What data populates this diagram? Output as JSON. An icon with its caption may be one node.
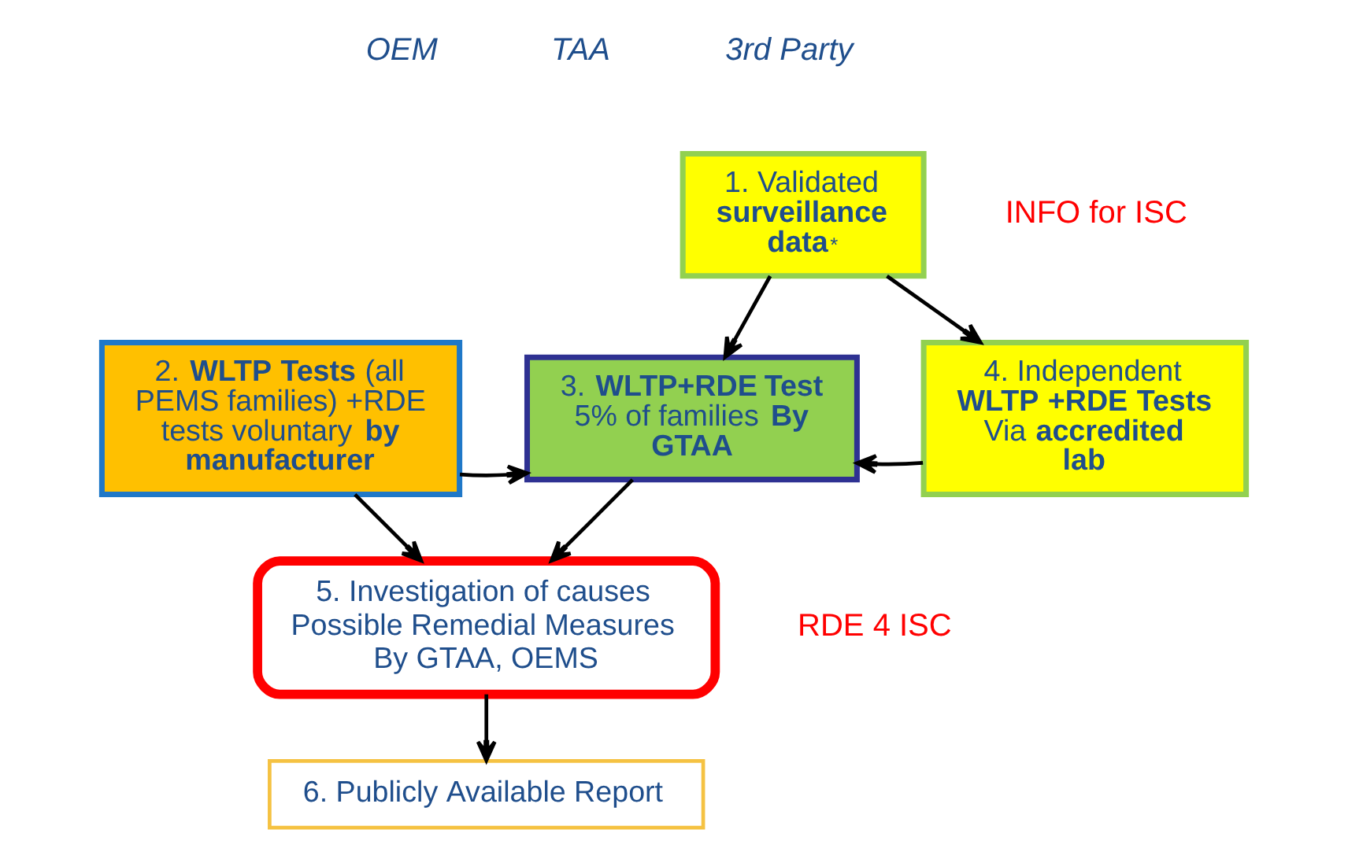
{
  "diagram": {
    "nodes": [
      {
        "text": [
          "1. Validated **surveillance data**$^{*}$"
        ]
      },
      {
        "text": [
          "2. **WLTP Tests** (all PEMS families) +RDE tests voluntary **by manufacturer**"
        ]
      },
      {
        "text": [
          "3. **WLTP+RDE Test** 5% of families **By GTAA**"
        ]
      },
      {
        "text": [
          "4. Independent **WLTP +RDE Tests** Via **accredited lab**"
        ]
      },
      {
        "text": [
          "5. Investigation of causes Possible Remedial Measures By GTAA, OEMS"
        ]
      },
      {
        "text": [
          "6. Publicly Available Report"
        ]
      }
    ],
    "edges": [
      {
        "from": 0,
        "to": 2,
        "arrow": "to"
      },
      {
        "from": 0,
        "to": 3,
        "arrow": "to"
      },
      {
        "from": 1,
        "to": 2,
        "arrow": "to"
      },
      {
        "from": 3,
        "to": 2,
        "arrow": "to"
      },
      {
        "from": 1,
        "to": 4,
        "arrow": "to"
      },
      {
        "from": 2,
        "to": 4,
        "arrow": "to"
      },
      {
        "from": 4,
        "to": 5,
        "arrow": "to"
      }
    ],
    "labels": [
      "OEM",
      "TAA",
      "3rd Party",
      "INFO for ISC",
      "RDE 4 ISC"
    ]
  }
}
